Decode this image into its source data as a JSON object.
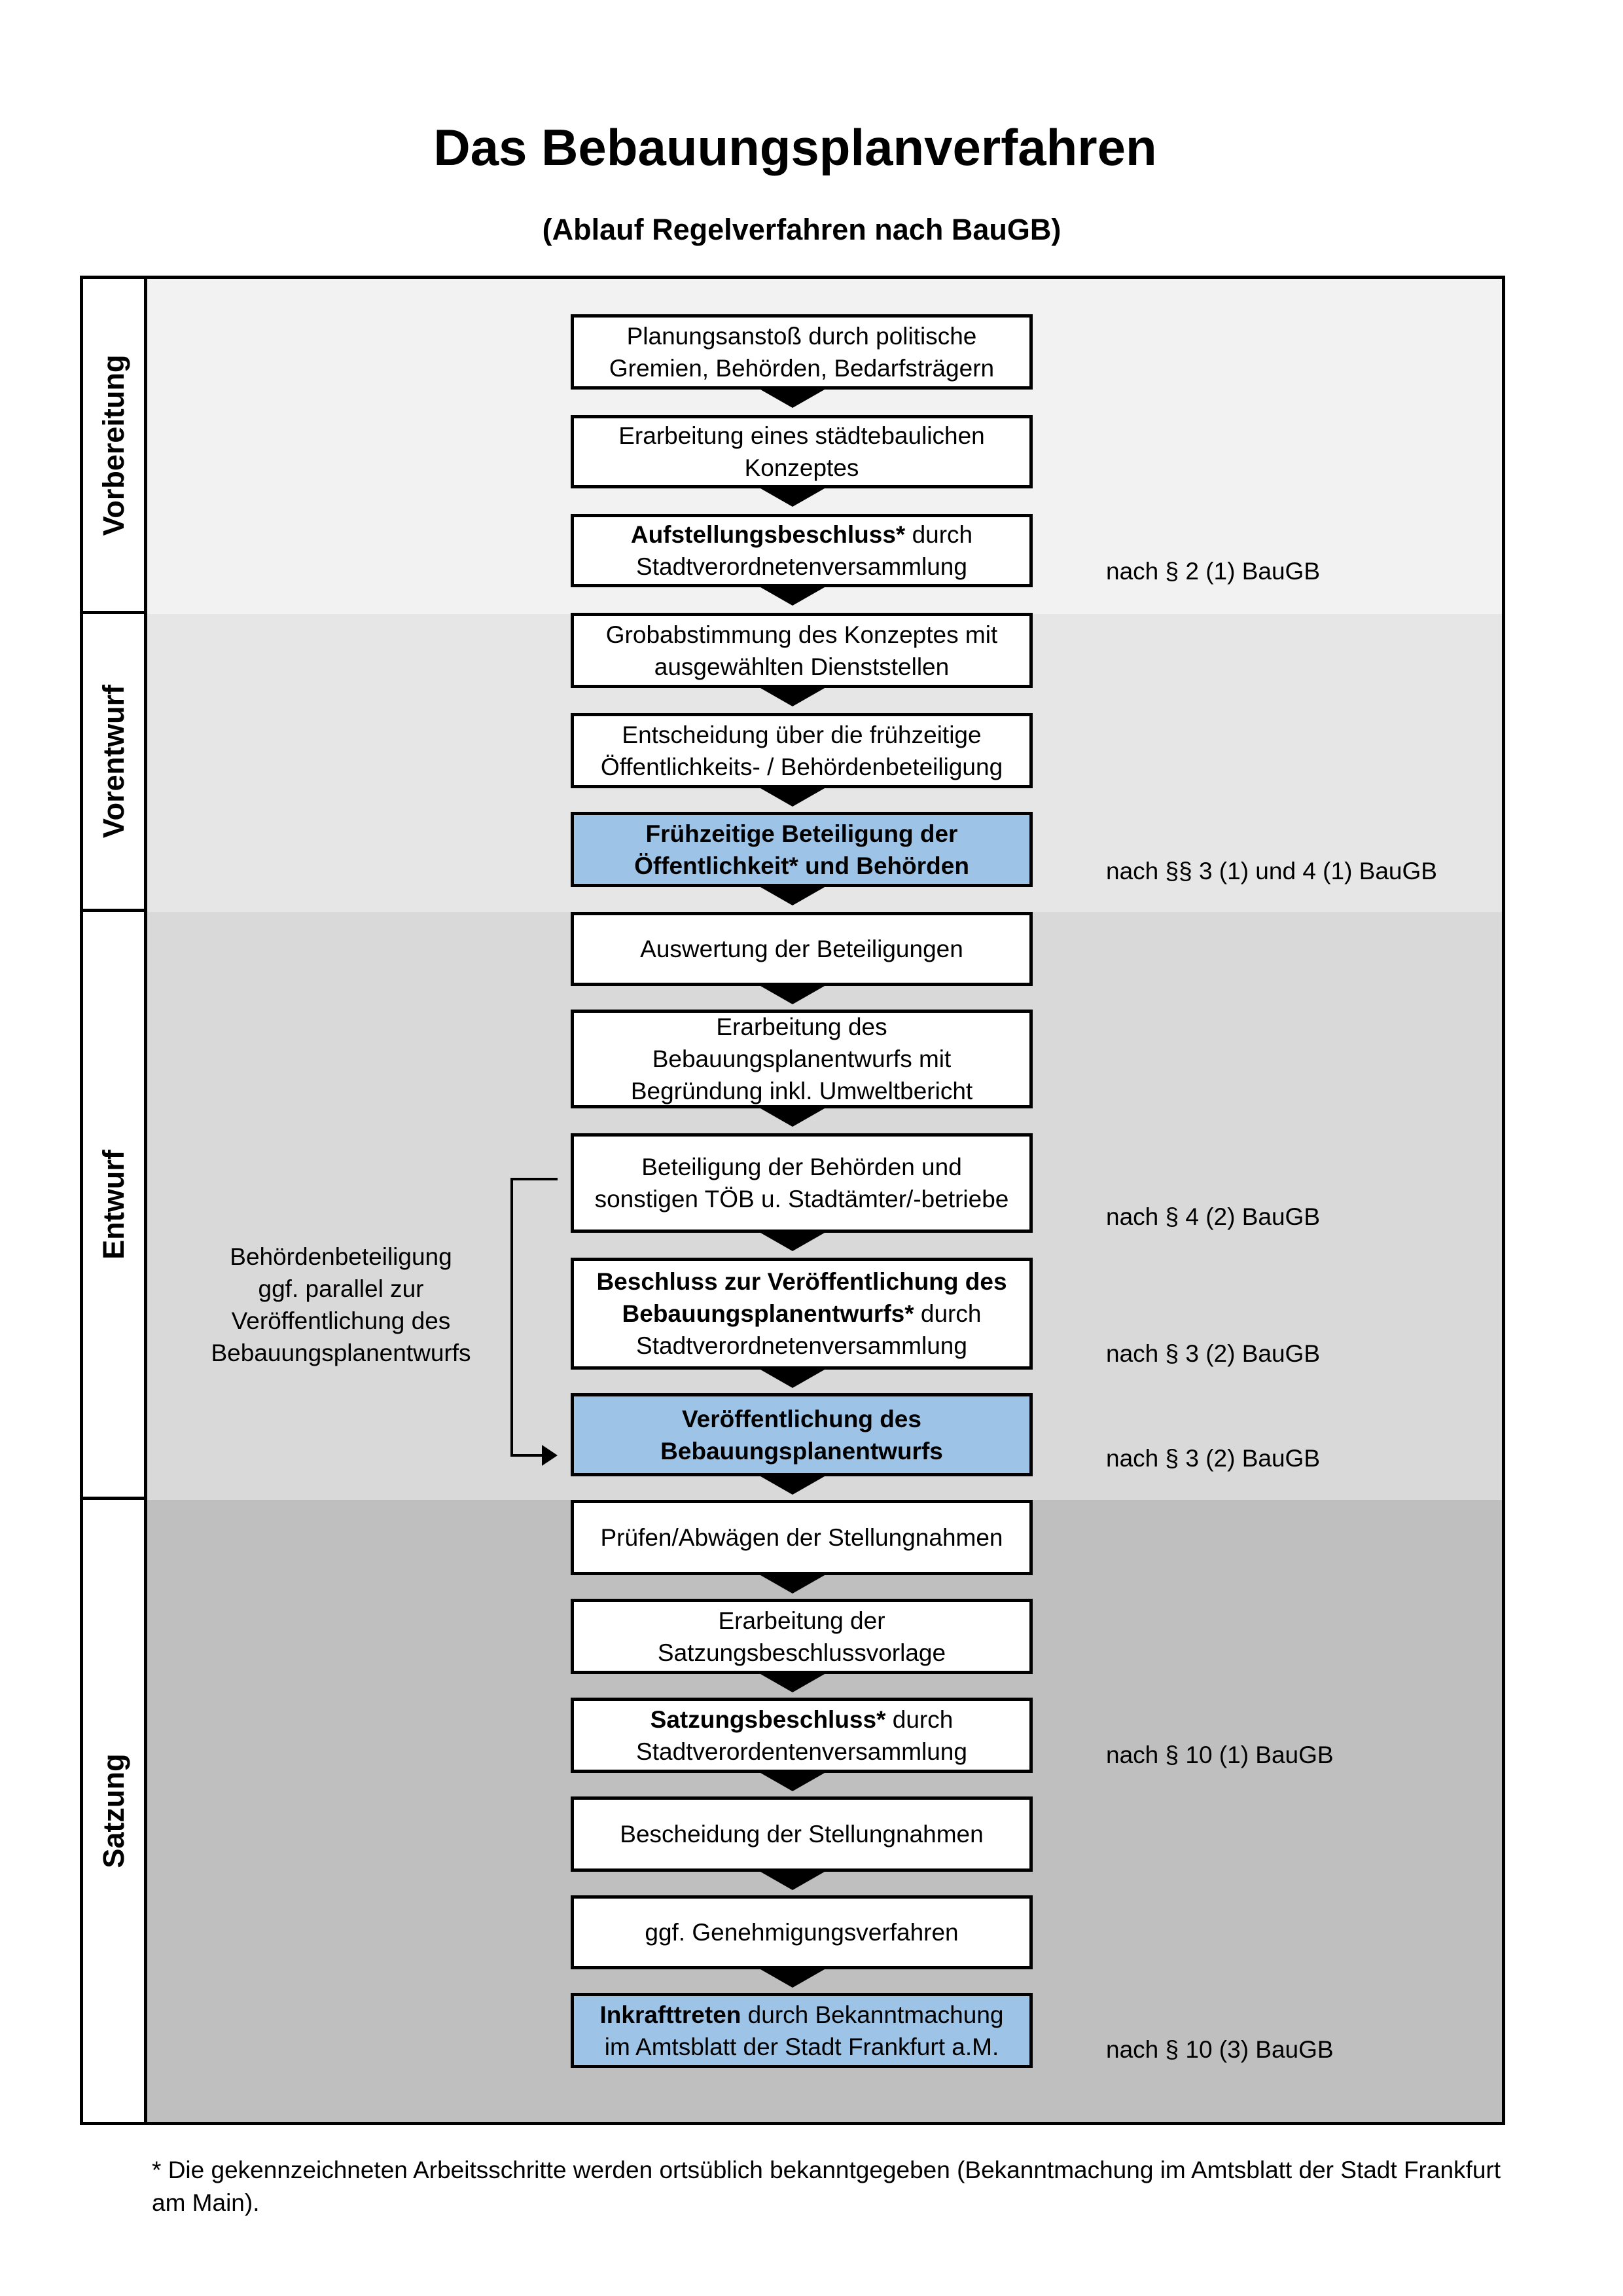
{
  "title": "Das Bebauungsplanverfahren",
  "subtitle": "(Ablauf Regelverfahren nach BauGB)",
  "colors": {
    "vorbereitung": "#f2f2f2",
    "vorentwurf": "#e6e6e6",
    "entwurf": "#d9d9d9",
    "satzung": "#bfbfbf",
    "highlight": "#9dc3e6"
  },
  "phases": [
    {
      "label": "Vorbereitung"
    },
    {
      "label": "Vorentwurf"
    },
    {
      "label": "Entwurf"
    },
    {
      "label": "Satzung"
    }
  ],
  "steps": [
    {
      "lines": [
        [
          {
            "t": "Planungsanstoß durch politische"
          }
        ],
        [
          {
            "t": "Gremien, Behörden, Bedarfsträgern"
          }
        ]
      ]
    },
    {
      "lines": [
        [
          {
            "t": "Erarbeitung eines städtebaulichen"
          }
        ],
        [
          {
            "t": "Konzeptes"
          }
        ]
      ]
    },
    {
      "lines": [
        [
          {
            "t": "Aufstellungsbeschluss*",
            "b": true
          },
          {
            "t": " durch"
          }
        ],
        [
          {
            "t": "Stadtverordnetenversammlung"
          }
        ]
      ]
    },
    {
      "lines": [
        [
          {
            "t": "Grobabstimmung des Konzeptes mit"
          }
        ],
        [
          {
            "t": "ausgewählten Dienststellen"
          }
        ]
      ]
    },
    {
      "lines": [
        [
          {
            "t": "Entscheidung über die frühzeitige"
          }
        ],
        [
          {
            "t": "Öffentlichkeits- / Behördenbeteiligung"
          }
        ]
      ]
    },
    {
      "highlight": true,
      "lines": [
        [
          {
            "t": "Frühzeitige Beteiligung der",
            "b": true
          }
        ],
        [
          {
            "t": "Öffentlichkeit* und Behörden",
            "b": true
          }
        ]
      ]
    },
    {
      "lines": [
        [
          {
            "t": "Auswertung der Beteiligungen"
          }
        ]
      ]
    },
    {
      "lines": [
        [
          {
            "t": "Erarbeitung des"
          }
        ],
        [
          {
            "t": "Bebauungsplanentwurfs mit"
          }
        ],
        [
          {
            "t": "Begründung inkl. Umweltbericht"
          }
        ]
      ]
    },
    {
      "lines": [
        [
          {
            "t": "Beteiligung der Behörden und"
          }
        ],
        [
          {
            "t": "sonstigen TÖB u. Stadtämter/-betriebe"
          }
        ]
      ]
    },
    {
      "lines": [
        [
          {
            "t": "Beschluss zur Veröffentlichung des",
            "b": true
          }
        ],
        [
          {
            "t": "Bebauungsplanentwurfs*",
            "b": true
          },
          {
            "t": " durch"
          }
        ],
        [
          {
            "t": "Stadtverordnetenversammlung"
          }
        ]
      ]
    },
    {
      "highlight": true,
      "lines": [
        [
          {
            "t": "Veröffentlichung des",
            "b": true
          }
        ],
        [
          {
            "t": "Bebauungsplanentwurfs",
            "b": true
          }
        ]
      ]
    },
    {
      "lines": [
        [
          {
            "t": "Prüfen/Abwägen der Stellungnahmen"
          }
        ]
      ]
    },
    {
      "lines": [
        [
          {
            "t": "Erarbeitung der"
          }
        ],
        [
          {
            "t": "Satzungsbeschlussvorlage"
          }
        ]
      ]
    },
    {
      "lines": [
        [
          {
            "t": "Satzungsbeschluss*",
            "b": true
          },
          {
            "t": " durch"
          }
        ],
        [
          {
            "t": "Stadtverordentenversammlung"
          }
        ]
      ]
    },
    {
      "lines": [
        [
          {
            "t": "Bescheidung der Stellungnahmen"
          }
        ]
      ]
    },
    {
      "lines": [
        [
          {
            "t": "ggf. Genehmigungsverfahren"
          }
        ]
      ]
    },
    {
      "highlight": true,
      "lines": [
        [
          {
            "t": "Inkrafttreten",
            "b": true
          },
          {
            "t": " durch Bekanntmachung"
          }
        ],
        [
          {
            "t": "im Amtsblatt der Stadt Frankfurt a.M."
          }
        ]
      ]
    }
  ],
  "notes": [
    "nach § 2 (1) BauGB",
    "nach §§ 3 (1) und 4 (1) BauGB",
    "nach § 4 (2) BauGB",
    "nach § 3 (2) BauGB",
    "nach § 3 (2) BauGB",
    "nach § 10 (1) BauGB",
    "nach § 10 (3) BauGB"
  ],
  "side_note": "Behördenbeteiligung ggf. parallel zur Veröffentlichung des Bebauungsplanentwurfs",
  "side_note_lines": [
    "Behördenbeteiligung",
    "ggf. parallel zur",
    "Veröffentlichung des",
    "Bebauungsplanentwurfs"
  ],
  "footnote": "* Die gekennzeichneten Arbeitsschritte werden ortsüblich bekanntgegeben (Bekanntmachung im Amtsblatt  der Stadt Frankfurt am Main)."
}
